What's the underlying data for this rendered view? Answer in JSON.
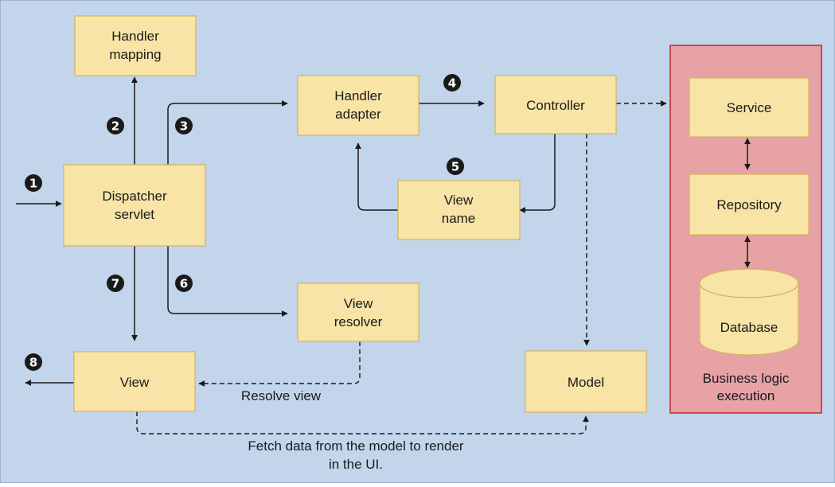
{
  "boxes": {
    "handler_mapping": [
      "Handler",
      "mapping"
    ],
    "dispatcher_servlet": [
      "Dispatcher",
      "servlet"
    ],
    "handler_adapter": [
      "Handler",
      "adapter"
    ],
    "controller": [
      "Controller"
    ],
    "view_name": [
      "View",
      "name"
    ],
    "view_resolver": [
      "View",
      "resolver"
    ],
    "view": [
      "View"
    ],
    "model": [
      "Model"
    ],
    "service": [
      "Service"
    ],
    "repository": [
      "Repository"
    ],
    "database": [
      "Database"
    ]
  },
  "steps": [
    "1",
    "2",
    "3",
    "4",
    "5",
    "6",
    "7",
    "8"
  ],
  "labels": {
    "resolve_view": "Resolve view",
    "fetch_data": [
      "Fetch data from the model to render",
      "in the UI."
    ],
    "business_logic": [
      "Business logic",
      "execution"
    ]
  },
  "colors": {
    "background": "#c3d5eb",
    "box_fill": "#f8e4a6",
    "box_border": "#d7b25b",
    "business_panel": "#e6a2a5",
    "business_panel_border": "#c1272d",
    "step_marker": "#1a1a1a"
  }
}
